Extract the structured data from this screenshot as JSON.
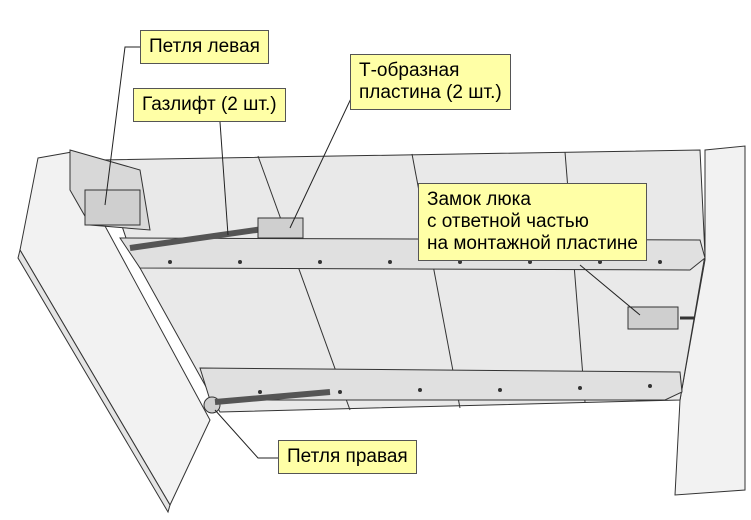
{
  "labels": {
    "hinge_left": "Петля левая",
    "gas_lift": "Газлифт (2 шт.)",
    "t_plate_line1": "Т-образная",
    "t_plate_line2": "пластина (2 шт.)",
    "lock_line1": "Замок люка",
    "lock_line2": "с ответной частью",
    "lock_line3": "на монтажной пластине",
    "hinge_right": "Петля правая"
  },
  "colors": {
    "label_bg": "#ffffa6",
    "panel": "#e9e9e9",
    "outline": "#333333"
  }
}
